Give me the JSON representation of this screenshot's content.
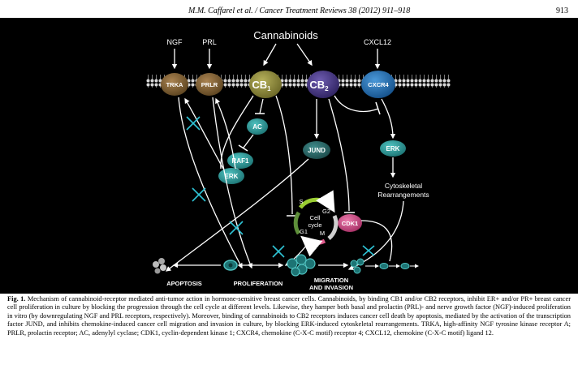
{
  "header": {
    "journal_ref": "M.M. Caffarel et al. / Cancer Treatment Reviews 38 (2012) 911–918",
    "page_number": "913"
  },
  "figure": {
    "ligands": {
      "ngf": "NGF",
      "prl": "PRL",
      "cannabinoids": "Cannabinoids",
      "cxcl12": "CXCL12"
    },
    "receptors": {
      "trka": "TRKA",
      "prlr": "PRLR",
      "cb1_base": "CB",
      "cb1_sub": "1",
      "cb2_base": "CB",
      "cb2_sub": "2",
      "cxcr4": "CXCR4"
    },
    "nodes": {
      "ac": "AC",
      "raf1": "RAF1",
      "erk_left": "ERK",
      "jund": "JUND",
      "erk_right": "ERK",
      "cdk1": "CDK1"
    },
    "cycle": {
      "label_line1": "Cell",
      "label_line2": "cycle",
      "s": "S",
      "g2": "G2",
      "m": "M",
      "g1": "G1"
    },
    "cytoskeletal": {
      "line1": "Cytoskeletal",
      "line2": "Rearrangements"
    },
    "outcomes": {
      "apoptosis": "APOPTOSIS",
      "proliferation": "PROLIFERATION",
      "migration_line1": "MIGRATION",
      "migration_line2": "AND INVASION"
    },
    "colors": {
      "background": "#000000",
      "receptor_brown": "#7a5c2e",
      "cb1_olive": "#8f8a3a",
      "cb2_purple": "#4a3a88",
      "cxcr4_blue": "#1f6fb5",
      "teal": "#2a9d9c",
      "cdk1_pink": "#d64f8a",
      "membrane": "#d8d8d8"
    }
  },
  "caption": {
    "lead": "Fig. 1.",
    "text": "Mechanism of cannabinoid-receptor mediated anti-tumor action in hormone-sensitive breast cancer cells. Cannabinoids, by binding CB1 and/or CB2 receptors, inhibit ER+ and/or PR+ breast cancer cell proliferation in culture by blocking the progression through the cell cycle at different levels. Likewise, they hamper both basal and prolactin (PRL)- and nerve growth factor (NGF)-induced proliferation in vitro (by downregulating NGF and PRL receptors, respectively). Moreover, binding of cannabinoids to CB2 receptors induces cancer cell death by apoptosis, mediated by the activation of the transcription factor JUND, and inhibits chemokine-induced cancer cell migration and invasion in culture, by blocking ERK-induced cytoskeletal rearrangements. TRKA, high-affinity NGF tyrosine kinase receptor A; PRLR, prolactin receptor; AC, adenylyl cyclase; CDK1, cyclin-dependent kinase 1; CXCR4, chemokine (C-X-C motif) receptor 4; CXCL12, chemokine (C-X-C motif) ligand 12."
  }
}
